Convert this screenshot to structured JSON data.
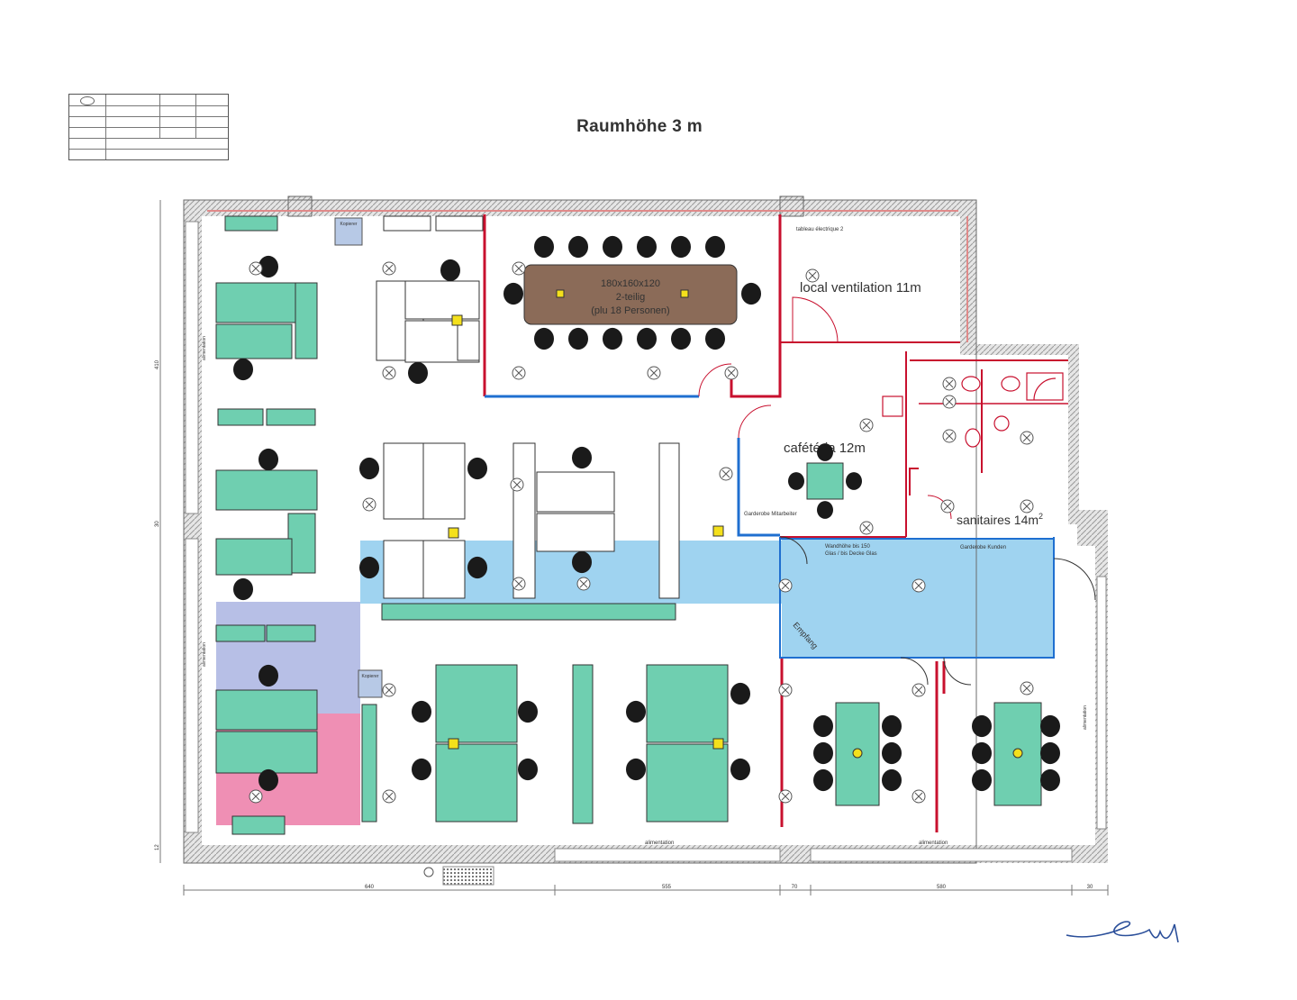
{
  "header": {
    "title": "Raumhöhe 3 m"
  },
  "rooms": {
    "conference_table_label_1": "180x160x120",
    "conference_table_label_2": "2-teilig",
    "conference_table_label_3": "(plu 18 Personen)",
    "ventilation": "local ventilation 11m",
    "electrical_panel": "tableau électrique 2",
    "cafeteria": "cafétéria 12m",
    "sanitaires": "sanitaires 14m",
    "sanitaires_exp": "2",
    "reception": "Empfang",
    "garderobe_mitarbeiter": "Garderobe Mitarbeiter",
    "garderobe_kunden": "Garderobe Kunden",
    "wall_note_1": "Wandhöhe bis 150",
    "wall_note_2": "Glas / bis Decke Glas",
    "alimentation_bottom_left": "alimentation",
    "alimentation_bottom_right": "alimentation",
    "alimentation_left_upper": "alimentation",
    "alimentation_left_lower": "alimentation",
    "alimentation_right": "alimentation",
    "kopierer_top": "Kopierer",
    "kopierer_mid": "Kopierer"
  },
  "dimensions": {
    "bottom_1": "640",
    "bottom_2": "555",
    "bottom_3": "70",
    "bottom_4": "580",
    "bottom_5": "30",
    "left_1": "410",
    "left_2": "30",
    "left_3": "12"
  },
  "colors": {
    "wall": "#8e8e8e",
    "desk": "#6fcfb0",
    "desk_white": "#ffffff",
    "chair": "#1a1a1a",
    "conference_table": "#8b6b58",
    "highlight_blue": "#9fd3f0",
    "highlight_lavender": "#b7bfe6",
    "highlight_pink": "#ef8fb4",
    "partition_red": "#c8102e",
    "partition_blue": "#1f6fd0",
    "accent_yellow": "#f4e01c"
  }
}
